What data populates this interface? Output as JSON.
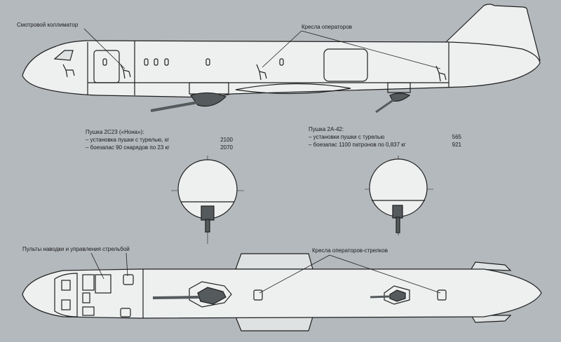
{
  "labels": {
    "collimator": "Смотровой коллиматор",
    "operator_seats_top": "Кресла операторов",
    "control_panels": "Пульты наводки и управления стрельбой",
    "gunner_seats": "Кресла операторов-стрелков"
  },
  "gun_2s23": {
    "title": "Пушка 2С23 («Нона»):",
    "rows": [
      {
        "label": "– установка пушки с турелью, кг",
        "value": "2100"
      },
      {
        "label": "– боезапас 90 снарядов по 23 кг",
        "value": "2070"
      }
    ]
  },
  "gun_2a42": {
    "title": "Пушка 2А-42:",
    "rows": [
      {
        "label": "– установки пушки с турелью",
        "value": "565"
      },
      {
        "label": "– боезапас 1100 патронов по 0,837 кг",
        "value": "921"
      }
    ]
  },
  "colors": {
    "background": "#b4b9bd",
    "fuselage": "#eef0f0",
    "line": "#1f1f1f",
    "turret": "#555a5c"
  }
}
